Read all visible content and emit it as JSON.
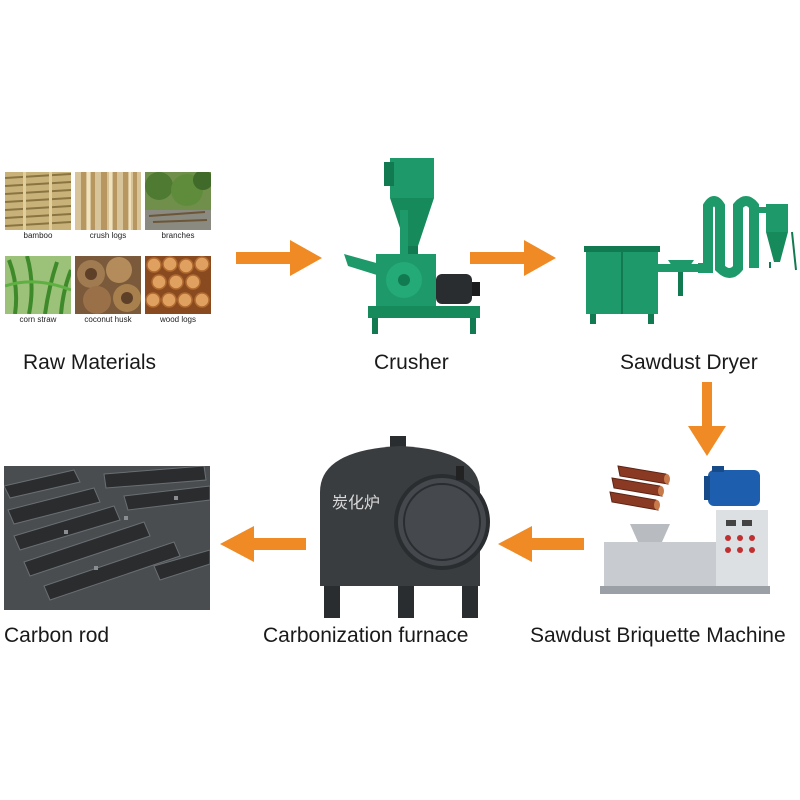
{
  "stages": {
    "raw_materials": "Raw Materials",
    "crusher": "Crusher",
    "dryer": "Sawdust Dryer",
    "briquette": "Sawdust Briquette Machine",
    "furnace": "Carbonization furnace",
    "carbon_rod": "Carbon rod"
  },
  "materials": [
    {
      "label": "bamboo"
    },
    {
      "label": "crush logs"
    },
    {
      "label": "branches"
    },
    {
      "label": "corn straw"
    },
    {
      "label": "coconut husk"
    },
    {
      "label": "wood logs"
    }
  ],
  "furnace_marking": "炭化炉",
  "colors": {
    "arrow": "#f08a24",
    "machine_green": "#1e9a6a",
    "furnace_gray": "#3a3d40",
    "motor_blue": "#1d5fae"
  }
}
